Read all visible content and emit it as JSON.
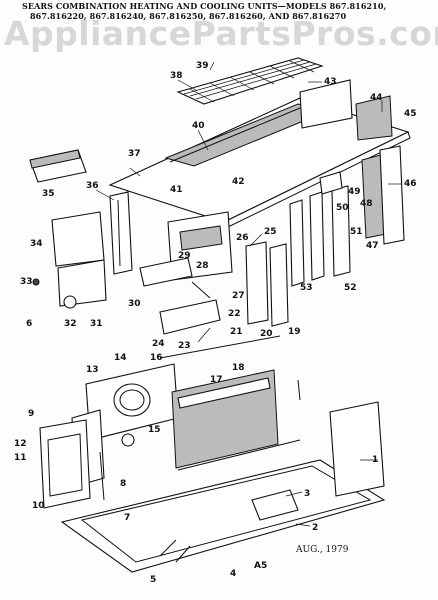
{
  "header": {
    "line1": "SEARS COMBINATION HEATING AND COOLING UNITS—MODELS 867.816210,",
    "line2": "867.816220, 867.816240, 867.816250, 867.816260, AND 867.816270"
  },
  "watermark": "AppliancePartsPros.com",
  "date": "AUG., 1979",
  "code": "A5",
  "callouts": [
    "1",
    "2",
    "3",
    "4",
    "5",
    "6",
    "7",
    "8",
    "9",
    "10",
    "11",
    "12",
    "13",
    "14",
    "15",
    "16",
    "17",
    "18",
    "19",
    "20",
    "21",
    "22",
    "23",
    "24",
    "25",
    "26",
    "27",
    "28",
    "29",
    "30",
    "31",
    "32",
    "33",
    "34",
    "35",
    "36",
    "37",
    "38",
    "39",
    "40",
    "41",
    "42",
    "43",
    "44",
    "45",
    "46",
    "47",
    "48",
    "49",
    "50",
    "51",
    "52",
    "53"
  ]
}
